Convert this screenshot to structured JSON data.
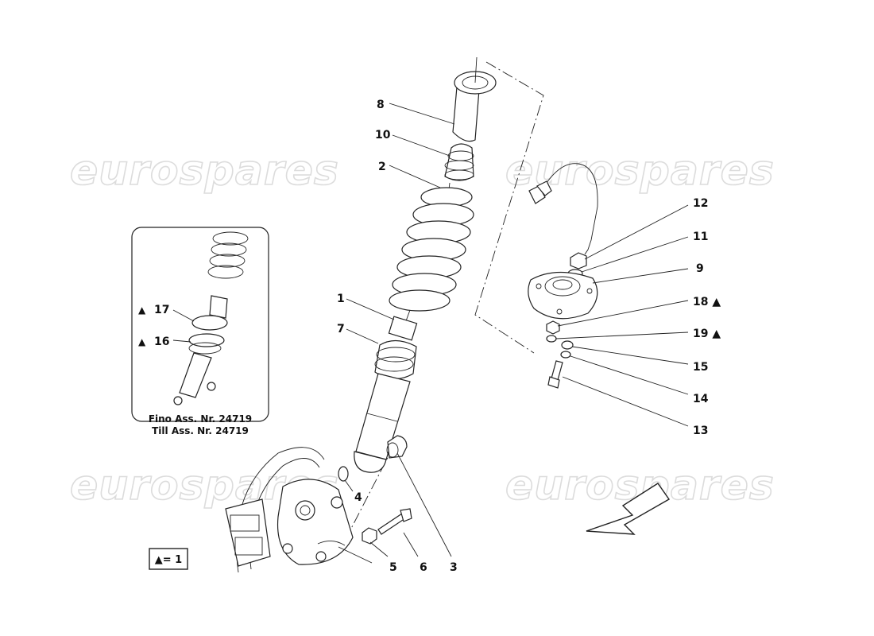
{
  "watermark": "eurospares",
  "inset": {
    "caption_line1": "Fino Ass. Nr. 24719",
    "caption_line2": "Till Ass. Nr. 24719",
    "labels": [
      {
        "number": "17",
        "mark": "▲"
      },
      {
        "number": "16",
        "mark": "▲"
      }
    ]
  },
  "legend": {
    "text": "▲= 1"
  },
  "part_labels": [
    "8",
    "10",
    "2",
    "1",
    "7",
    "4",
    "5",
    "6",
    "3",
    "12",
    "11",
    "9",
    "18 ▲",
    "19 ▲",
    "15",
    "14",
    "13"
  ]
}
